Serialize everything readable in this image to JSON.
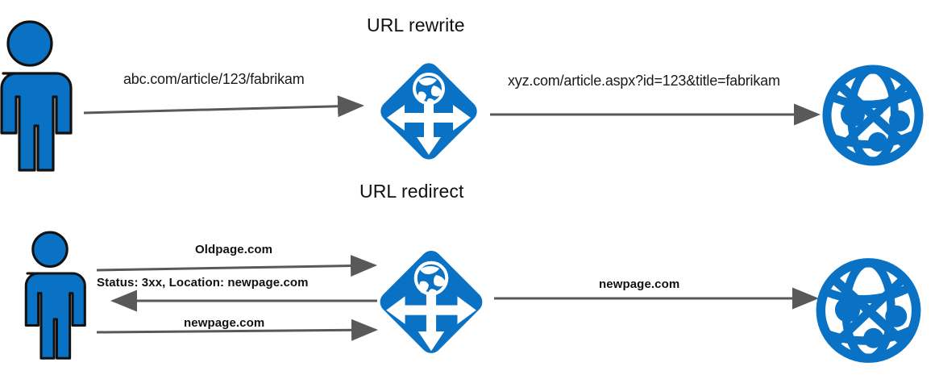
{
  "diagram": {
    "title_top": "URL rewrite",
    "title_bottom": "URL redirect",
    "colors": {
      "brand_blue": "#0a72c4",
      "arrow_gray": "#595959",
      "outline_black": "#111111",
      "background": "#ffffff"
    },
    "top_flow": {
      "label": "URL rewrite",
      "client_icon": "user-icon",
      "middle_icon": "load-balancer-icon",
      "server_icon": "web-globe-icon",
      "request_label": "abc.com/article/123/fabrikam",
      "rewritten_label": "xyz.com/article.aspx?id=123&title=fabrikam"
    },
    "bottom_flow": {
      "label": "URL redirect",
      "client_icon": "user-icon",
      "middle_icon": "load-balancer-icon",
      "server_icon": "web-globe-icon",
      "steps": [
        {
          "text": "Oldpage.com",
          "direction": "right"
        },
        {
          "text": "Status: 3xx, Location: newpage.com",
          "direction": "left"
        },
        {
          "text": "newpage.com",
          "direction": "right"
        }
      ],
      "server_request_label": "newpage.com"
    }
  }
}
